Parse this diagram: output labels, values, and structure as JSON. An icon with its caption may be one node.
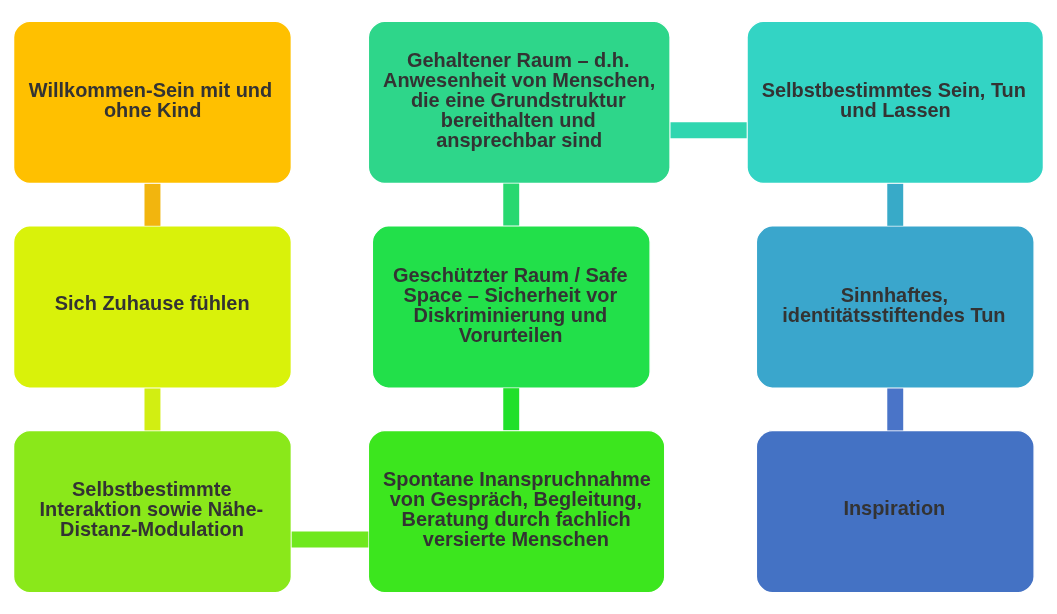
{
  "diagram": {
    "nodes": [
      {
        "text": [
          "Willkommen-Sein mit und ohne Kind"
        ]
      },
      {
        "text": [
          "Sich Zuhause fühlen"
        ]
      },
      {
        "text": [
          "Selbstbestimmte Interaktion sowie Nähe-Distanz-Modulation"
        ]
      },
      {
        "text": [
          "Gehaltener Raum – d.h. Anwesenheit von Menschen, die eine Grundstruktur bereithalten und ansprechbar sind"
        ]
      },
      {
        "text": [
          "Geschützter Raum / Safe Space – Sicherheit vor Diskriminierung und Vorurteilen"
        ]
      },
      {
        "text": [
          "Spontane Inanspruchnahme von Gespräch, Begleitung, Beratung durch fachlich versierte Menschen"
        ]
      },
      {
        "text": [
          "Selbstbestimmtes Sein, Tun und Lassen"
        ]
      },
      {
        "text": [
          "Sinnhaftes, identitätsstiftendes Tun"
        ]
      },
      {
        "text": [
          "Inspiration"
        ]
      }
    ],
    "edges": [
      {
        "from": 0,
        "to": 1,
        "arrow": "none",
        "color": "#f2b50e"
      },
      {
        "from": 1,
        "to": 2,
        "arrow": "none",
        "color": "#d2ee12"
      },
      {
        "from": 2,
        "to": 5,
        "arrow": "none",
        "color": "#6fe81e"
      },
      {
        "from": 5,
        "to": 4,
        "arrow": "none",
        "color": "#20e02a"
      },
      {
        "from": 4,
        "to": 3,
        "arrow": "none",
        "color": "#28d870"
      },
      {
        "from": 3,
        "to": 6,
        "arrow": "none",
        "color": "#30d6b0"
      },
      {
        "from": 6,
        "to": 7,
        "arrow": "none",
        "color": "#38aac8"
      },
      {
        "from": 7,
        "to": 8,
        "arrow": "none",
        "color": "#4a74c8"
      }
    ]
  }
}
